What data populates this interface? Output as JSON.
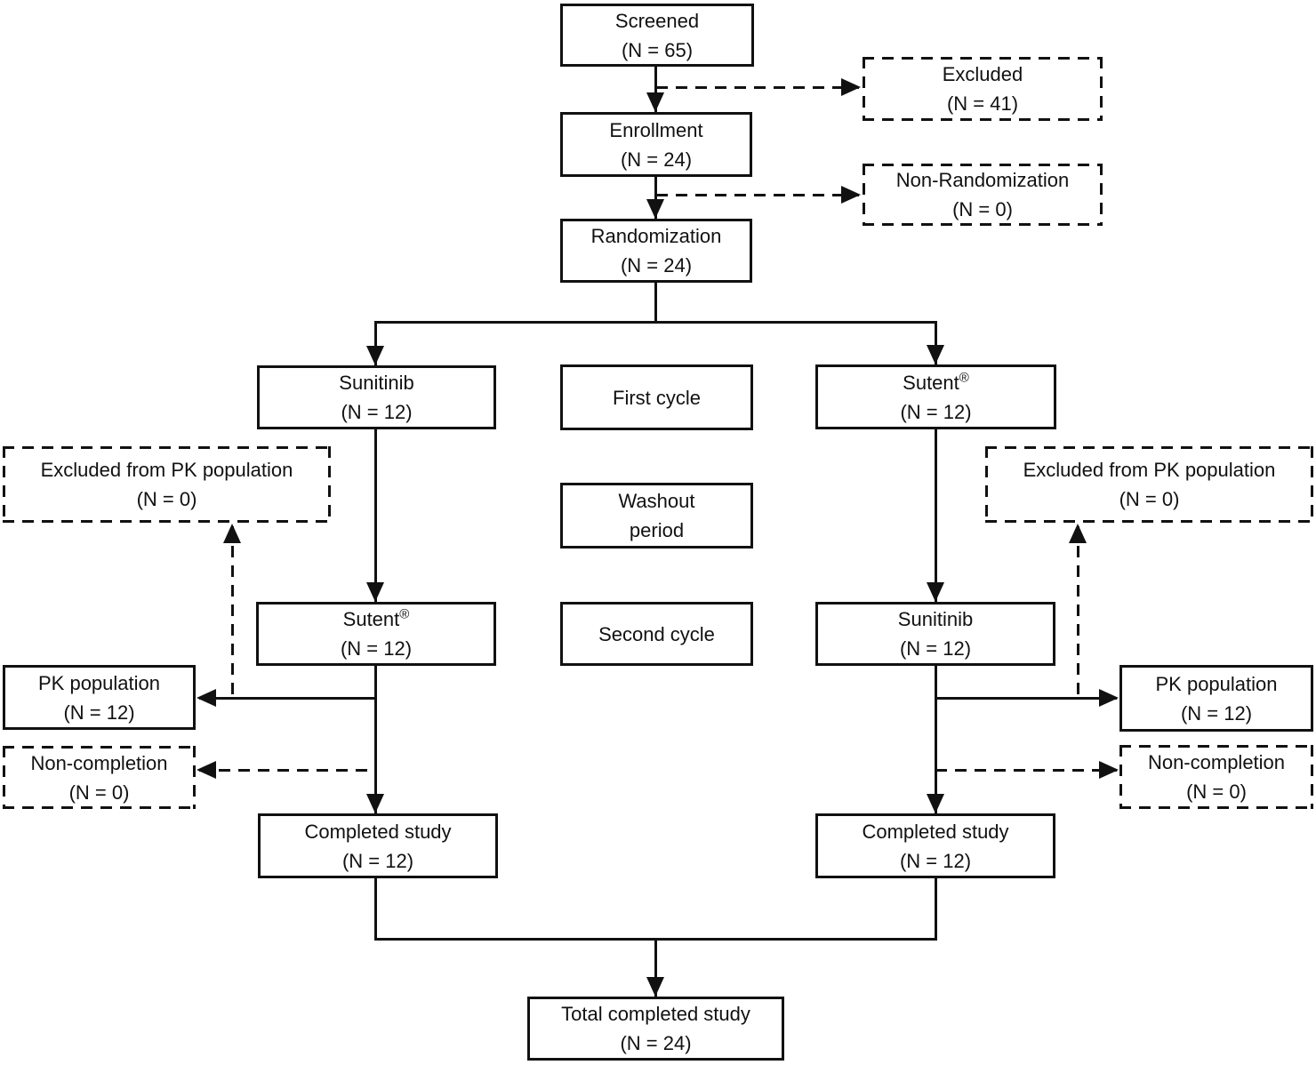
{
  "figure": {
    "type": "clinical-study-flow-diagram",
    "background_color": "#ffffff",
    "line_color": "#111111",
    "text_color": "#111111"
  },
  "nodes": {
    "screened": {
      "label": "Screened",
      "count": "(N = 65)",
      "style": "solid"
    },
    "excluded": {
      "label": "Excluded",
      "count": "(N = 41)",
      "style": "dashed"
    },
    "enrollment": {
      "label": "Enrollment",
      "count": "(N = 24)",
      "style": "solid"
    },
    "non_randomization": {
      "label": "Non-Randomization",
      "count": "(N = 0)",
      "style": "dashed"
    },
    "randomization": {
      "label": "Randomization",
      "count": "(N = 24)",
      "style": "solid"
    },
    "sunitinib_first": {
      "label": "Sunitinib",
      "count": "(N = 12)",
      "style": "solid"
    },
    "first_cycle": {
      "label": "First cycle",
      "style": "solid"
    },
    "sutent_first": {
      "label": "Sutent",
      "reg": "®",
      "count": "(N = 12)",
      "style": "solid"
    },
    "excluded_pk_left": {
      "label": "Excluded from PK population",
      "count": "(N = 0)",
      "style": "dashed"
    },
    "washout": {
      "line1": "Washout",
      "line2": "period",
      "style": "solid"
    },
    "excluded_pk_right": {
      "label": "Excluded from PK population",
      "count": "(N = 0)",
      "style": "dashed"
    },
    "sutent_second": {
      "label": "Sutent",
      "reg": "®",
      "count": "(N = 12)",
      "style": "solid"
    },
    "second_cycle": {
      "label": "Second cycle",
      "style": "solid"
    },
    "sunitinib_second": {
      "label": "Sunitinib",
      "count": "(N = 12)",
      "style": "solid"
    },
    "pk_left": {
      "label": "PK population",
      "count": "(N = 12)",
      "style": "solid"
    },
    "pk_right": {
      "label": "PK population",
      "count": "(N = 12)",
      "style": "solid"
    },
    "non_completion_left": {
      "label": "Non-completion",
      "count": "(N = 0)",
      "style": "dashed"
    },
    "non_completion_right": {
      "label": "Non-completion",
      "count": "(N = 0)",
      "style": "dashed"
    },
    "completed_left": {
      "label": "Completed study",
      "count": "(N = 12)",
      "style": "solid"
    },
    "completed_right": {
      "label": "Completed study",
      "count": "(N = 12)",
      "style": "solid"
    },
    "total": {
      "label": "Total completed study",
      "count": "(N = 24)",
      "style": "solid"
    }
  }
}
